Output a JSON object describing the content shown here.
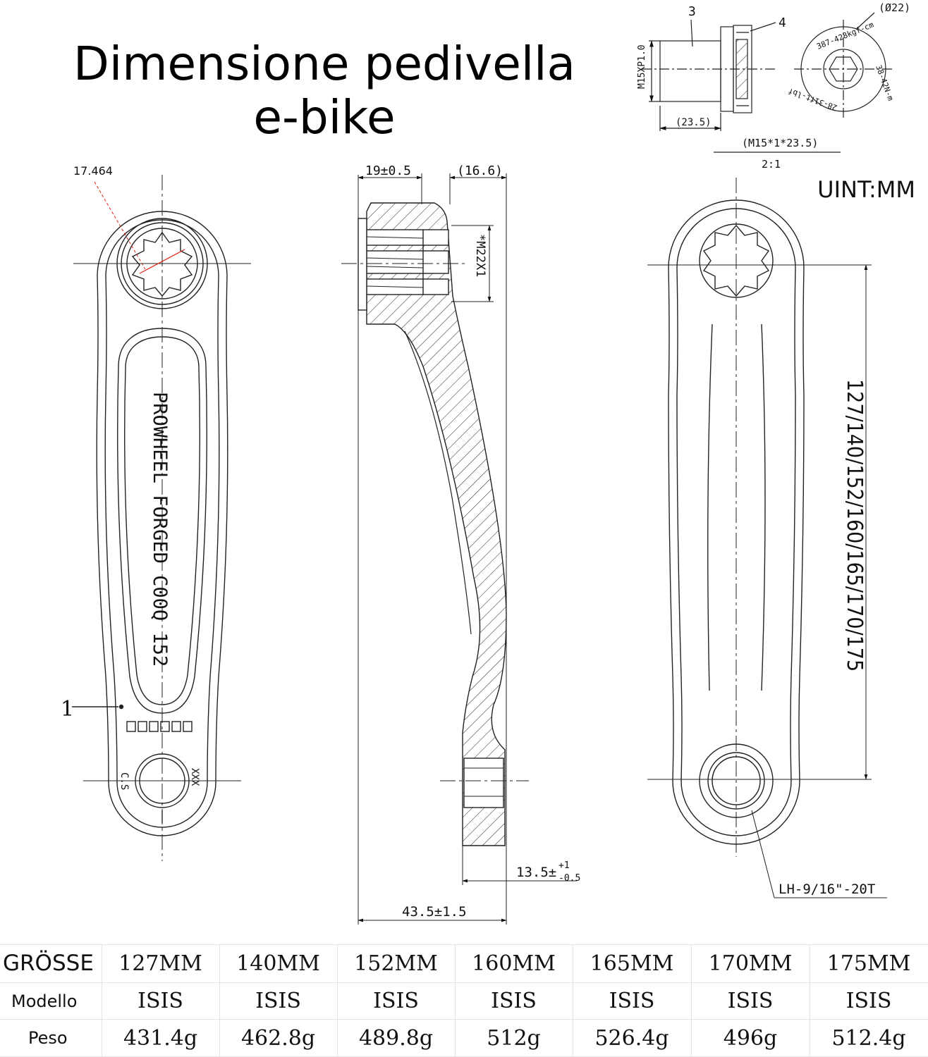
{
  "title": {
    "line1": "Dimensione pedivella",
    "line2": "e-bike"
  },
  "unit": "UINT:MM",
  "bolt_detail": {
    "callout_3": "3",
    "callout_4": "4",
    "diameter": "(Ø22)",
    "thread_label": "M15XP1.0",
    "length": "(23.5)",
    "spec": "(M15*1*23.5)",
    "scale": "2:1",
    "torque_1": "387-428kgf-cm",
    "torque_2": "38-42N-m",
    "torque_3": "28-31ft-lbf"
  },
  "front_view": {
    "spindle_dim": "17.464",
    "engraving": "PROWHEEL FORGED C00Q 152",
    "callout_1": "1",
    "left_mark": "C.S",
    "right_mark": "XXX"
  },
  "side_view": {
    "top_width": "19±0.5",
    "offset": "(16.6)",
    "thread": "*M22X1",
    "pedal_thickness": "13.5±",
    "tol_upper": "+1",
    "tol_lower": "-0.5",
    "q_factor": "43.5±1.5"
  },
  "back_view": {
    "lengths": "127/140/152/160/165/170/175",
    "pedal_thread": "LH-9/16\"-20T"
  },
  "table": {
    "rows": [
      {
        "label": "GRÖSSE",
        "cells": [
          "127MM",
          "140MM",
          "152MM",
          "160MM",
          "165MM",
          "170MM",
          "175MM"
        ]
      },
      {
        "label": "Modello",
        "cells": [
          "ISIS",
          "ISIS",
          "ISIS",
          "ISIS",
          "ISIS",
          "ISIS",
          "ISIS"
        ]
      },
      {
        "label": "Peso",
        "cells": [
          "431.4g",
          "462.8g",
          "489.8g",
          "512g",
          "526.4g",
          "496g",
          "512.4g"
        ]
      }
    ]
  }
}
